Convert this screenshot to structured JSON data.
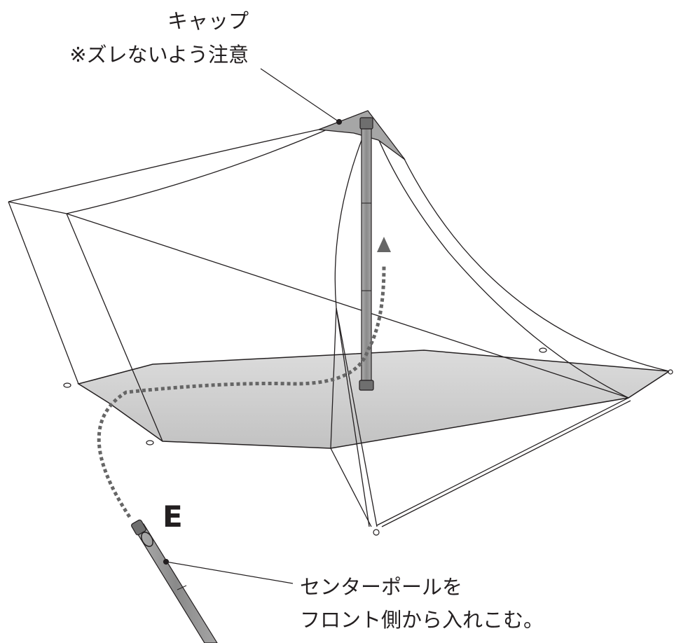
{
  "callouts": {
    "cap": {
      "line1": "キャップ",
      "line2": "※ズレないよう注意"
    },
    "center_pole": {
      "line1": "センターポールを",
      "line2": "フロント側から入れこむ。"
    }
  },
  "step_letter": "E",
  "colors": {
    "line": "#231f20",
    "floor_fill": "#c8c8c8",
    "cap_fill": "#a6a6a6",
    "pole_fill": "#9b9b9b",
    "pole_cap_fill": "#6f6f6f",
    "arrow_path": "#666666",
    "background": "#ffffff"
  },
  "icons": {
    "direction_arrow": "arrow-up-dotted-icon"
  }
}
